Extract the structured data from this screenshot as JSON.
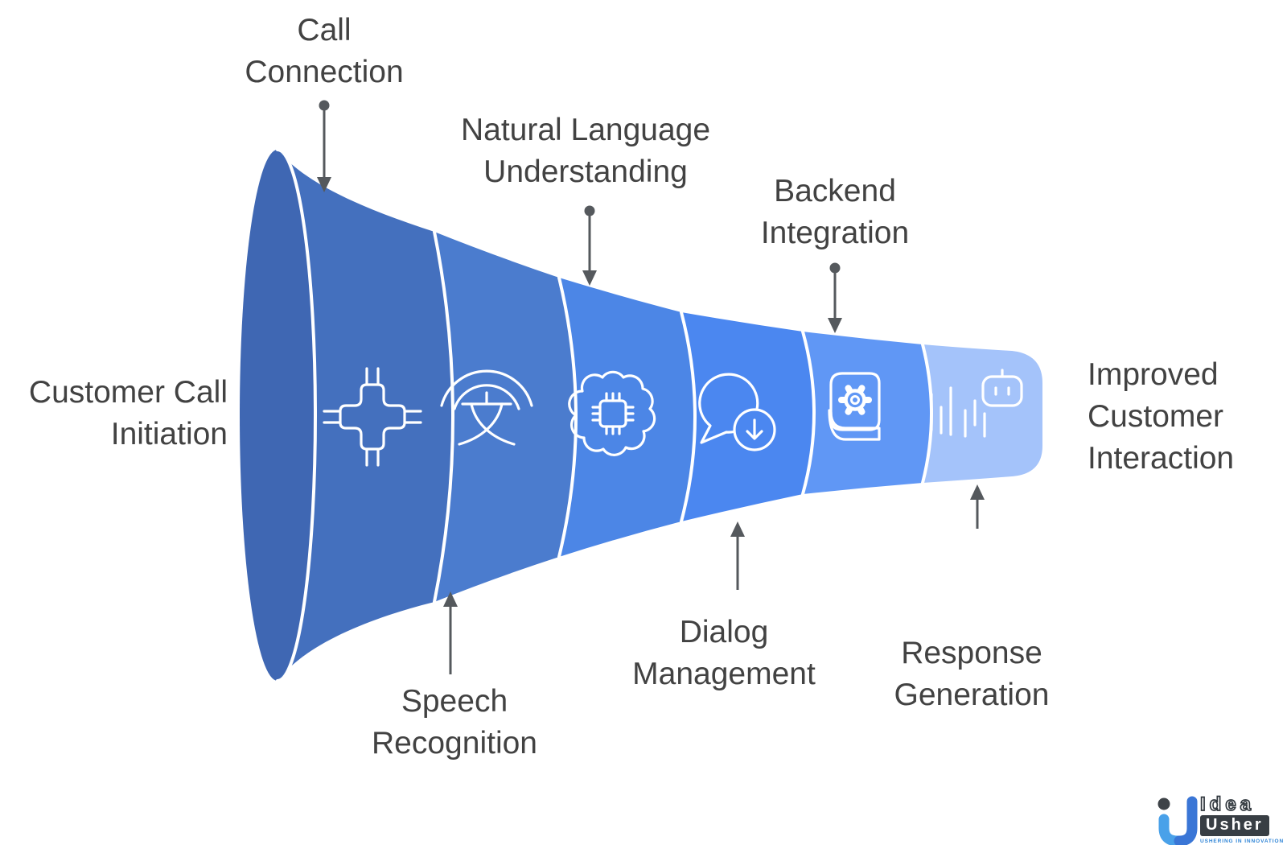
{
  "colors": {
    "background": "#ffffff",
    "separator": "#ffffff",
    "icon_stroke": "#ffffff",
    "arrow": "#55595d",
    "label_text": "#424242"
  },
  "funnel": {
    "stages": [
      {
        "id": "customer-call-initiation",
        "label": "Customer Call Initiation",
        "line1": "Customer Call",
        "line2": "Initiation",
        "color": "#3f67b3"
      },
      {
        "id": "call-connection",
        "label": "Call Connection",
        "line1": "Call",
        "line2": "Connection",
        "color": "#4470be",
        "icon": "circuit-connector-icon"
      },
      {
        "id": "speech-recognition",
        "label": "Speech Recognition",
        "line1": "Speech",
        "line2": "Recognition",
        "color": "#4b7cce",
        "icon": "language-signal-icon"
      },
      {
        "id": "natural-language-understanding",
        "label": "Natural Language Understanding",
        "line1": "Natural Language",
        "line2": "Understanding",
        "color": "#4c86e6",
        "icon": "brain-chip-icon"
      },
      {
        "id": "dialog-management",
        "label": "Dialog Management",
        "line1": "Dialog",
        "line2": "Management",
        "color": "#4b87f0",
        "icon": "chat-download-icon"
      },
      {
        "id": "backend-integration",
        "label": "Backend Integration",
        "line1": "Backend",
        "line2": "Integration",
        "color": "#6097f5",
        "icon": "book-gear-icon"
      },
      {
        "id": "response-generation",
        "label": "Response Generation",
        "line1": "Response",
        "line2": "Generation",
        "color": "#a4c3fa",
        "icon": "waveform-robot-icon"
      },
      {
        "id": "improved-customer-interaction",
        "label": "Improved Customer Interaction",
        "line1": "Improved",
        "line2": "Customer",
        "line3": "Interaction"
      }
    ]
  },
  "logo": {
    "brand_line1": "Idea",
    "brand_line2": "Usher",
    "tagline": "USHERING IN INNOVATION"
  }
}
